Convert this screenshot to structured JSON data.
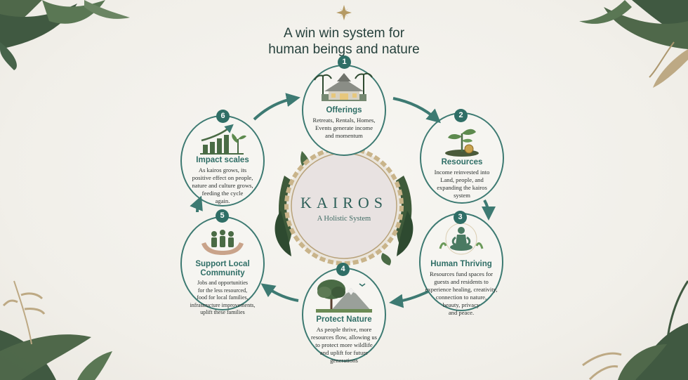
{
  "title": {
    "line1": "A win win system for",
    "line2": "human beings and nature"
  },
  "center": {
    "name": "KAIROS",
    "subtitle": "A Holistic System"
  },
  "steps": [
    {
      "num": "1",
      "name_lines": [
        "Offerings"
      ],
      "desc_lines": [
        "Retreats, Rentals, Homes,",
        "Events generate income",
        "and momentum"
      ],
      "icon": "house-icon"
    },
    {
      "num": "2",
      "name_lines": [
        "Resources"
      ],
      "desc_lines": [
        "Income reinvested into",
        "Land, people, and",
        "expanding the kairos",
        "system"
      ],
      "icon": "seedling-coin-icon"
    },
    {
      "num": "3",
      "name_lines": [
        "Human Thriving"
      ],
      "desc_lines": [
        "Resources fund spaces for",
        "guests and residents to",
        "experience healing, creativity,",
        "connection to nature,",
        "beauty, privacy",
        "and peace."
      ],
      "icon": "meditation-icon"
    },
    {
      "num": "4",
      "name_lines": [
        "Protect Nature"
      ],
      "desc_lines": [
        "As people thrive, more",
        "resources flow, allowing us",
        "to protect more wildlife",
        "and uplift for future",
        "generations"
      ],
      "icon": "tree-mountain-icon"
    },
    {
      "num": "5",
      "name_lines": [
        "Support Local",
        "Community"
      ],
      "desc_lines": [
        "Jobs and opportunities",
        "for the less resourced,",
        "food for local families,",
        "infrastructure improvements,",
        "uplift these families"
      ],
      "icon": "community-hands-icon"
    },
    {
      "num": "6",
      "name_lines": [
        "Impact scales"
      ],
      "desc_lines": [
        "As kairos grows, its",
        "positive effect on people,",
        "nature and culture grows,",
        "feeding the cycle",
        "again."
      ],
      "icon": "growth-chart-icon"
    }
  ],
  "colors": {
    "accent": "#2f6e66",
    "circle_stroke": "#3d7a72",
    "background": "#f2f0ea"
  }
}
